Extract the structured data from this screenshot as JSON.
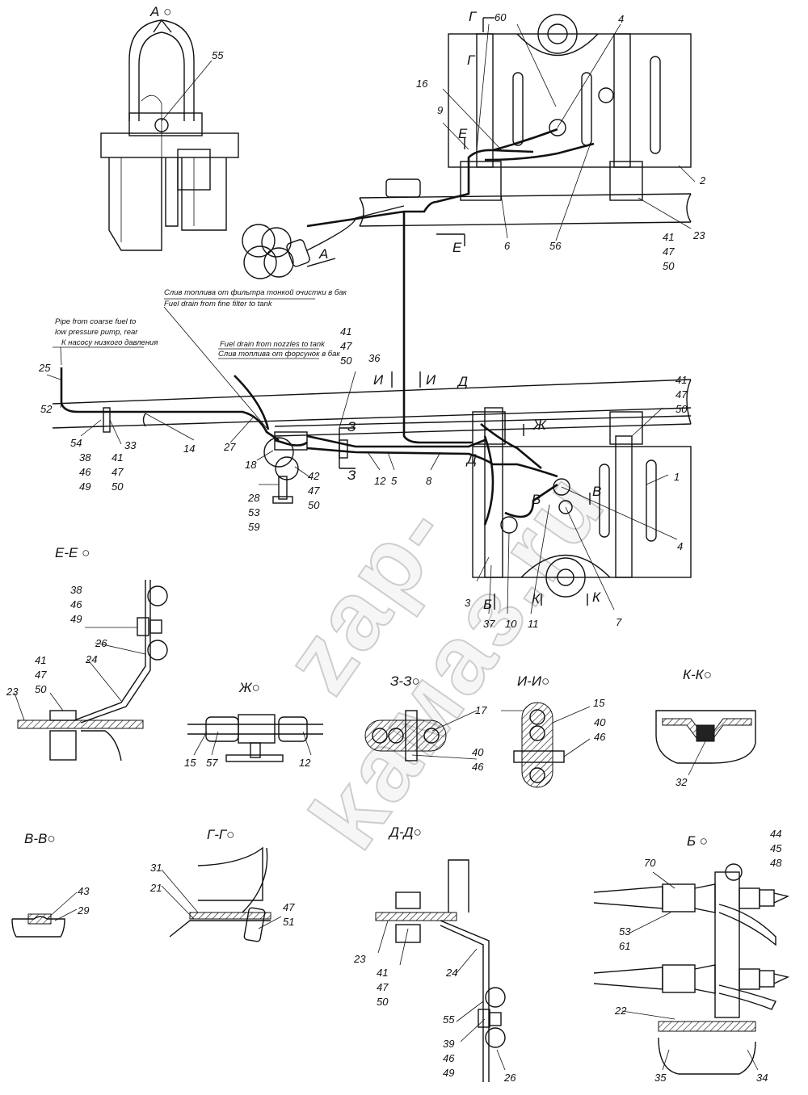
{
  "views": {
    "A": "А",
    "EE": "Е-Е",
    "ZH": "Ж",
    "ZZ": "З-З",
    "II": "И-И",
    "KK": "К-К",
    "VV": "В-В",
    "GG": "Г-Г",
    "DD": "Д-Д",
    "B": "Б"
  },
  "notes": {
    "pipe_en_1": "Pipe  from coarse fuel to",
    "pipe_en_2": "low pressure pump, rear",
    "pipe_ru": "К насосу низкого давления",
    "fine_filter_ru": "Слив топлива от фильтра тонкой очистки в бак",
    "fine_filter_en": "Fuel drain from fine filter to tank",
    "nozzles_en": "Fuel drain from nozzles to tank",
    "nozzles_ru": "Слив топлива от форсунок в бак"
  },
  "section_marks": {
    "G": "Г",
    "E": "Е",
    "A": "А",
    "I": "И",
    "D": "Д",
    "Z": "З",
    "ZH": "Ж",
    "V": "В",
    "K": "К",
    "B": "Б"
  },
  "callouts": {
    "n55": "55",
    "n60": "60",
    "n4": "4",
    "n16": "16",
    "n9": "9",
    "n2": "2",
    "n6": "6",
    "n56": "56",
    "n23": "23",
    "top_41": "41",
    "top_47": "47",
    "top_50": "50",
    "n25": "25",
    "n52": "52",
    "n54": "54",
    "n33": "33",
    "n38": "38",
    "n46": "46",
    "n49": "49",
    "left_41": "41",
    "left_47": "47",
    "left_50": "50",
    "n14": "14",
    "n27": "27",
    "n18": "18",
    "n28": "28",
    "n53": "53",
    "n59": "59",
    "n42": "42",
    "n42_47": "47",
    "n42_50": "50",
    "mid_41": "41",
    "mid_47": "47",
    "mid_50": "50",
    "n36": "36",
    "n12": "12",
    "n5": "5",
    "n8": "8",
    "right_41": "41",
    "right_47": "47",
    "right_50": "50",
    "n1": "1",
    "n4b": "4",
    "n3": "3",
    "n37": "37",
    "n10": "10",
    "n11": "11",
    "n7": "7",
    "ee_38": "38",
    "ee_46": "46",
    "ee_49": "49",
    "ee_26": "26",
    "ee_24": "24",
    "ee_41": "41",
    "ee_47": "47",
    "ee_50": "50",
    "ee_23": "23",
    "zh_15": "15",
    "zh_57": "57",
    "zh_12": "12",
    "zz_17": "17",
    "zz_40": "40",
    "zz_46": "46",
    "ii_15": "15",
    "ii_40": "40",
    "ii_46": "46",
    "kk_32": "32",
    "vv_43": "43",
    "vv_29": "29",
    "gg_31": "31",
    "gg_21": "21",
    "gg_47": "47",
    "gg_51": "51",
    "dd_23": "23",
    "dd_41": "41",
    "dd_47": "47",
    "dd_50": "50",
    "dd_24": "24",
    "dd_55": "55",
    "dd_39": "39",
    "dd_46": "46",
    "dd_49": "49",
    "dd_26": "26",
    "b_44": "44",
    "b_45": "45",
    "b_48": "48",
    "b_70": "70",
    "b_53": "53",
    "b_61": "61",
    "b_22": "22",
    "b_35": "35",
    "b_34": "34"
  },
  "watermark": "zap-kaмаз.ru"
}
